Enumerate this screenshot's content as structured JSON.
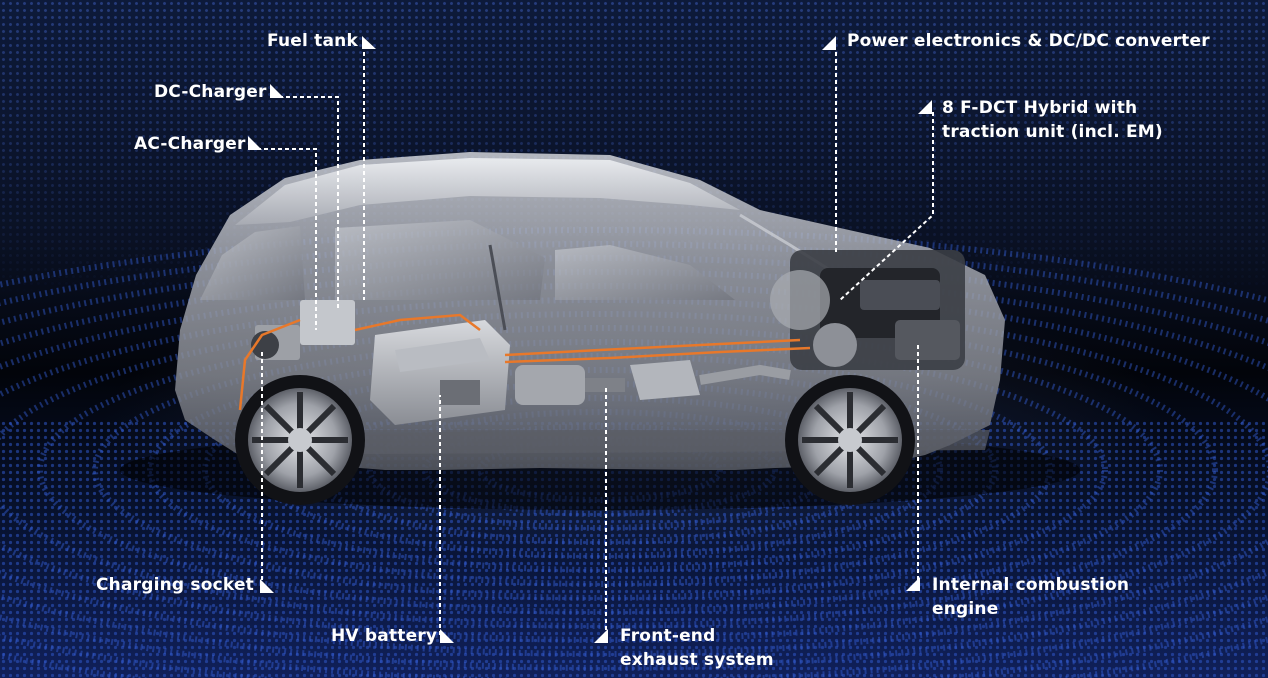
{
  "labels": {
    "fuel_tank": "Fuel tank",
    "dc_charger": "DC-Charger",
    "ac_charger": "AC-Charger",
    "charging_socket": "Charging socket",
    "hv_battery": "HV battery",
    "exhaust": [
      "Front-end",
      "exhaust system"
    ],
    "power_electronics": "Power electronics & DC/DC converter",
    "transmission": [
      "8 F-DCT Hybrid with",
      "traction unit (incl. EM)"
    ],
    "engine": [
      "Internal combustion",
      "engine"
    ]
  },
  "colors": {
    "background_top": "#0d1a3a",
    "background_floor": "#10205a",
    "label_text": "#ffffff",
    "hv_cable": "#e8782a"
  },
  "icons": [
    "corner-triangle-icon"
  ]
}
